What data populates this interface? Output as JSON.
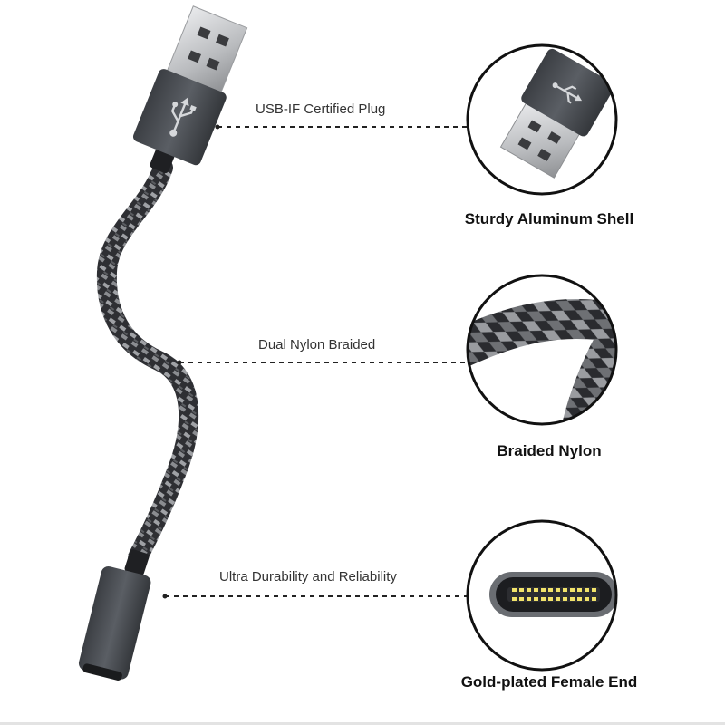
{
  "callouts": [
    {
      "label": "USB-IF Certified Plug"
    },
    {
      "label": "Dual Nylon Braided"
    },
    {
      "label": "Ultra Durability and Reliability"
    }
  ],
  "features": [
    {
      "caption": "Sturdy Aluminum Shell",
      "icon": "usb-a-plug-closeup"
    },
    {
      "caption": "Braided Nylon",
      "icon": "braided-cable-closeup"
    },
    {
      "caption": "Gold-plated Female End",
      "icon": "usb-c-port-closeup"
    }
  ],
  "colors": {
    "shell": "#4a4d52",
    "braid_dark": "#2e2f33",
    "braid_light": "#8a8c90",
    "pin_gold": "#f2e36a"
  }
}
